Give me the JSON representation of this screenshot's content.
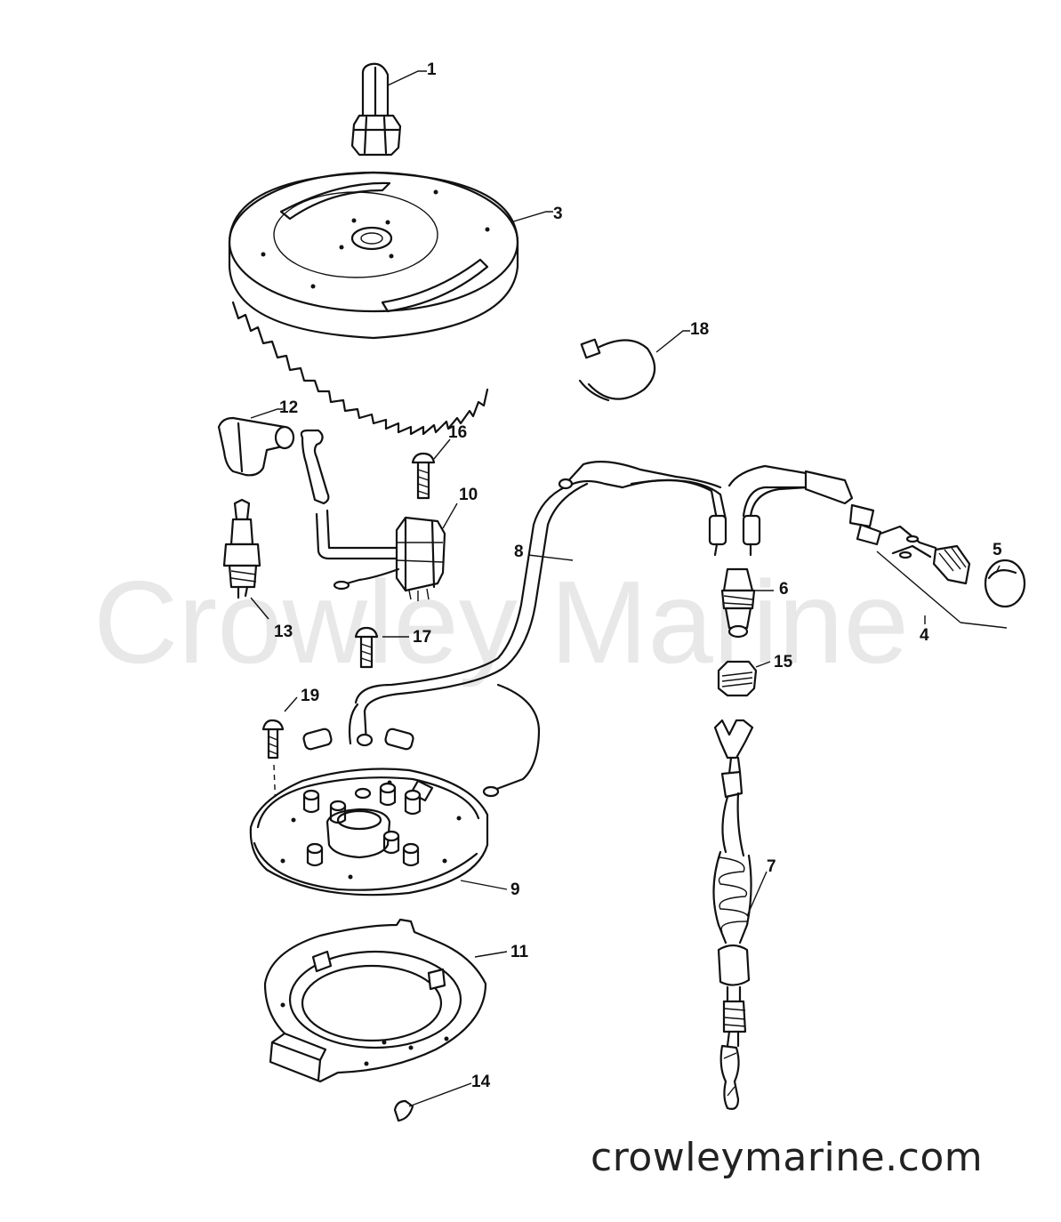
{
  "watermark": "Crowley Marine",
  "website": "crowleymarine.com",
  "callouts": {
    "c1": "1",
    "c3": "3",
    "c4": "4",
    "c5": "5",
    "c6": "6",
    "c7": "7",
    "c8": "8",
    "c9": "9",
    "c10": "10",
    "c11": "11",
    "c12": "12",
    "c13": "13",
    "c14": "14",
    "c15": "15",
    "c16": "16",
    "c17": "17",
    "c18": "18",
    "c19": "19"
  }
}
